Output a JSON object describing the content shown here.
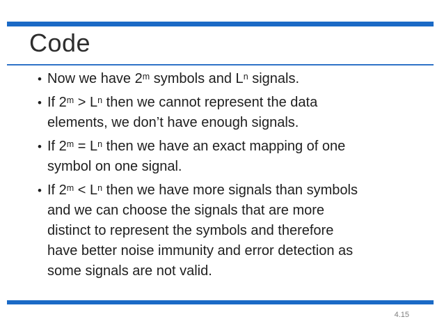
{
  "slide": {
    "title": "Code",
    "page_number": "4.15",
    "bullet_char": "•",
    "bullets": [
      {
        "lines": [
          [
            {
              "t": "Now we have 2"
            },
            {
              "sup": "m"
            },
            {
              "t": " symbols and L"
            },
            {
              "sup": "n"
            },
            {
              "t": " signals."
            }
          ]
        ]
      },
      {
        "lines": [
          [
            {
              "t": "If 2"
            },
            {
              "sup": "m"
            },
            {
              "t": " > L"
            },
            {
              "sup": "n"
            },
            {
              "t": " then we cannot represent the data"
            }
          ],
          [
            {
              "t": "elements, we don’t have enough signals."
            }
          ]
        ]
      },
      {
        "lines": [
          [
            {
              "t": "If 2"
            },
            {
              "sup": "m"
            },
            {
              "t": " = L"
            },
            {
              "sup": "n"
            },
            {
              "t": " then we have an exact mapping of one"
            }
          ],
          [
            {
              "t": "symbol on one signal."
            }
          ]
        ]
      },
      {
        "lines": [
          [
            {
              "t": "If 2"
            },
            {
              "sup": "m"
            },
            {
              "t": " < L"
            },
            {
              "sup": "n"
            },
            {
              "t": " then we have more signals than symbols"
            }
          ],
          [
            {
              "t": "and we can choose the signals that are more"
            }
          ],
          [
            {
              "t": "distinct to represent the symbols and therefore"
            }
          ],
          [
            {
              "t": "have better noise immunity and error detection as"
            }
          ],
          [
            {
              "t": "some signals are not valid."
            }
          ]
        ]
      }
    ]
  },
  "colors": {
    "accent_blue": "#1b6ac6",
    "title_text": "#2d2d2d",
    "body_text": "#1e1e1e",
    "page_number_gray": "#7f7f7f",
    "background": "#ffffff"
  }
}
